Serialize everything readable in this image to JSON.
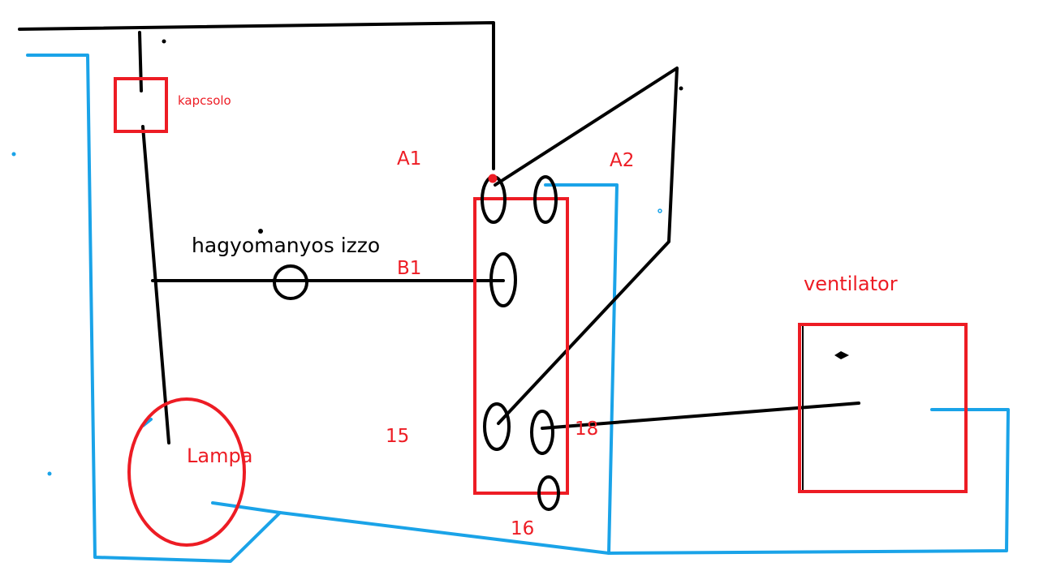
{
  "labels": {
    "switch": "kapcsolo",
    "bulb": "hagyomanyos izzo",
    "lamp": "Lampa",
    "fan": "ventilator",
    "a1": "A1",
    "a2": "A2",
    "b1": "B1",
    "p15": "15",
    "p16": "16",
    "p18": "18"
  },
  "colors": {
    "black_wire": "#000000",
    "blue_wire": "#1aa3e8",
    "red_outline": "#ed1c24",
    "red_text": "#ed1c24",
    "black_text": "#000000"
  }
}
